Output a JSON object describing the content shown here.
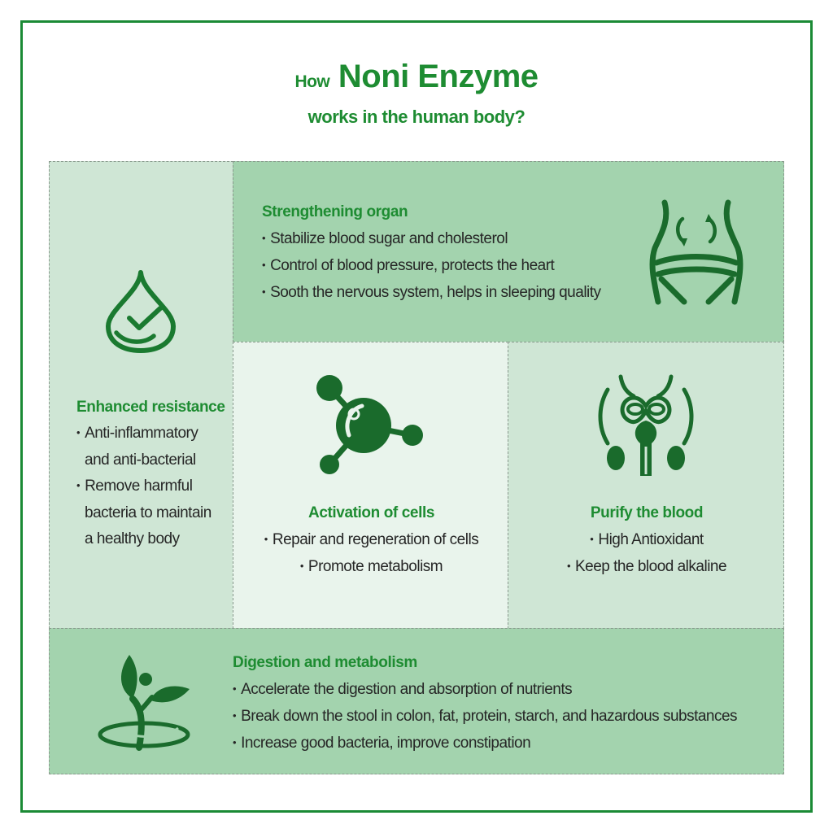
{
  "title": {
    "prefix": "How",
    "highlight": "Noni Enzyme",
    "subtitle": "works in the human body?"
  },
  "colors": {
    "accent": "#1e8c32",
    "dark_green": "#1a6b2c",
    "panel_medium": "#a3d3ae",
    "panel_light": "#cfe6d5",
    "panel_lightest": "#e9f4ec"
  },
  "sections": {
    "enhanced_resistance": {
      "icon": "water-drop-check-icon",
      "heading": "Enhanced resistance",
      "items": [
        [
          "Anti-inflammatory",
          "and anti-bacterial"
        ],
        [
          "Remove harmful",
          "bacteria to maintain",
          "a healthy body"
        ]
      ]
    },
    "strengthening_organ": {
      "icon": "torso-rotation-icon",
      "heading": "Strengthening organ",
      "items": [
        "Stabilize blood sugar and cholesterol",
        "Control of blood pressure, protects the heart",
        "Sooth the nervous system, helps in sleeping quality"
      ]
    },
    "activation_of_cells": {
      "icon": "molecule-icon",
      "heading": "Activation of cells",
      "items": [
        "Repair and regeneration of cells",
        "Promote metabolism"
      ]
    },
    "purify_the_blood": {
      "icon": "kidney-system-icon",
      "heading": "Purify the blood",
      "items": [
        "High Antioxidant",
        "Keep the blood alkaline"
      ]
    },
    "digestion_and_metabolism": {
      "icon": "leaf-figure-icon",
      "heading": "Digestion and metabolism",
      "items": [
        "Accelerate the digestion and absorption of nutrients",
        "Break down the stool in colon, fat, protein, starch, and hazardous substances",
        "Increase good bacteria, improve constipation"
      ]
    }
  }
}
